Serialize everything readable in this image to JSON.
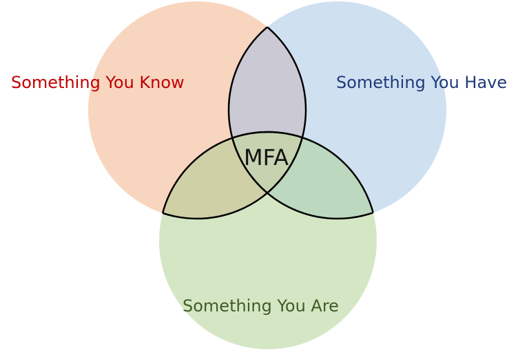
{
  "diagram": {
    "sets": [
      {
        "label": "Something You Know",
        "fill": "#f8d5bf",
        "text_color": "#c00000"
      },
      {
        "label": "Something You Have",
        "fill": "#cfe0f1",
        "text_color": "#1f3a7a"
      },
      {
        "label": "Something You Are",
        "fill": "#d5e6c5",
        "text_color": "#3f5c24"
      }
    ],
    "center_label": "MFA",
    "overlap_outline_color": "#000000"
  }
}
